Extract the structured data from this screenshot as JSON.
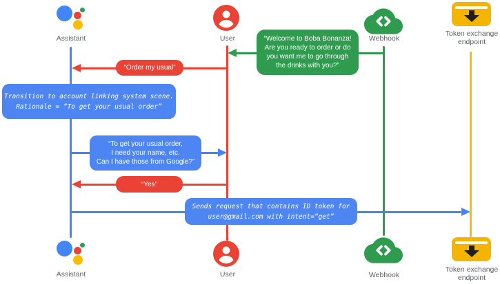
{
  "colors": {
    "blue": "#4285f4",
    "blue_box": "#4d86f2",
    "red": "#ea4335",
    "green": "#2e9b4e",
    "yellow": "#fbbc04",
    "token_yellow": "#f4b400",
    "gray": "#5f6368",
    "dark": "#1f1f1f"
  },
  "icons": {
    "assistant": "google-assistant-logo",
    "user": "account-circle",
    "webhook": "code-cloud",
    "token": "inbox-down-arrow"
  },
  "actors": {
    "assistant": {
      "label": "Assistant"
    },
    "user": {
      "label": "User"
    },
    "webhook": {
      "label": "Webhook"
    },
    "token": {
      "label_lines": [
        "Token exchange",
        "endpoint"
      ]
    }
  },
  "messages": {
    "welcome": {
      "lines": [
        "“Welcome to Boba Bonanza!",
        "Are you ready to order or do",
        "you want me to go through",
        "the drinks with you?”"
      ]
    },
    "order": {
      "text": "“Order my usual”"
    },
    "transition": {
      "lines": [
        "Transition to account linking system scene.",
        "Rationale = “To get your usual order”"
      ]
    },
    "usual": {
      "lines": [
        "“To get your usual order,",
        "I need your name, etc.",
        "Can I have those from Google?”"
      ]
    },
    "yes": {
      "text": "“Yes”"
    },
    "sends": {
      "lines": [
        "Sends request that contains ID token for",
        "user@gmail.com with intent=“get”"
      ]
    }
  }
}
